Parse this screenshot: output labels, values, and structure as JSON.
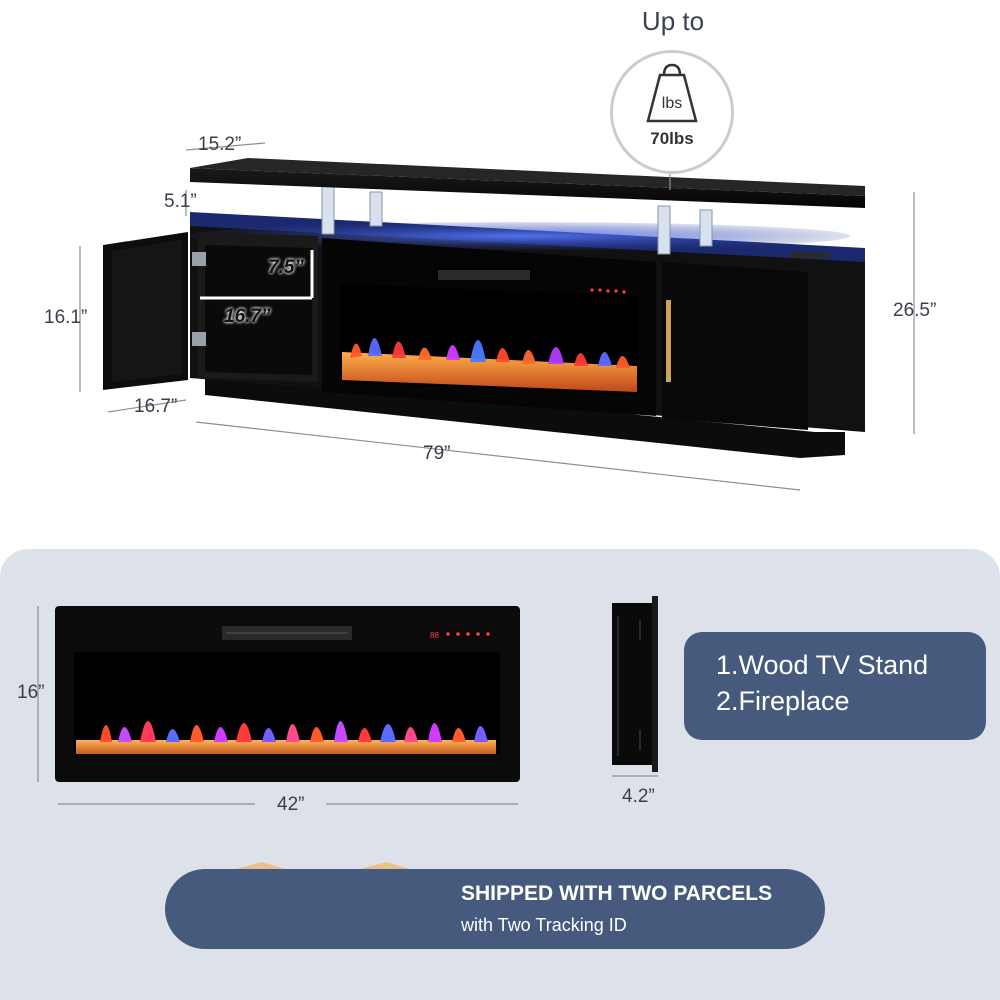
{
  "weight_badge": {
    "header": "Up to",
    "unit": "lbs",
    "value": "70lbs"
  },
  "stand_dimensions": {
    "shelf_depth": "15.2”",
    "shelf_gap": "5.1”",
    "cabinet_height": "16.1”",
    "inner_height": "7.5”",
    "inner_depth": "16.7”",
    "base_depth": "16.7”",
    "total_width": "79”",
    "total_height": "26.5”"
  },
  "fireplace_dimensions": {
    "height": "16”",
    "width": "42”",
    "thickness": "4.2”",
    "display_readout": "88"
  },
  "package_list": {
    "item1": "1.Wood TV Stand",
    "item2": "2.Fireplace"
  },
  "shipping": {
    "title": "SHIPPED WITH TWO PARCELS",
    "subtitle": "with Two Tracking ID"
  },
  "colors": {
    "panel_bg": "#dde2ea",
    "accent_blue": "#455a7c",
    "furniture_black": "#121212",
    "led_blue": "#3b5bff",
    "handle_gold": "#c9a45a"
  }
}
